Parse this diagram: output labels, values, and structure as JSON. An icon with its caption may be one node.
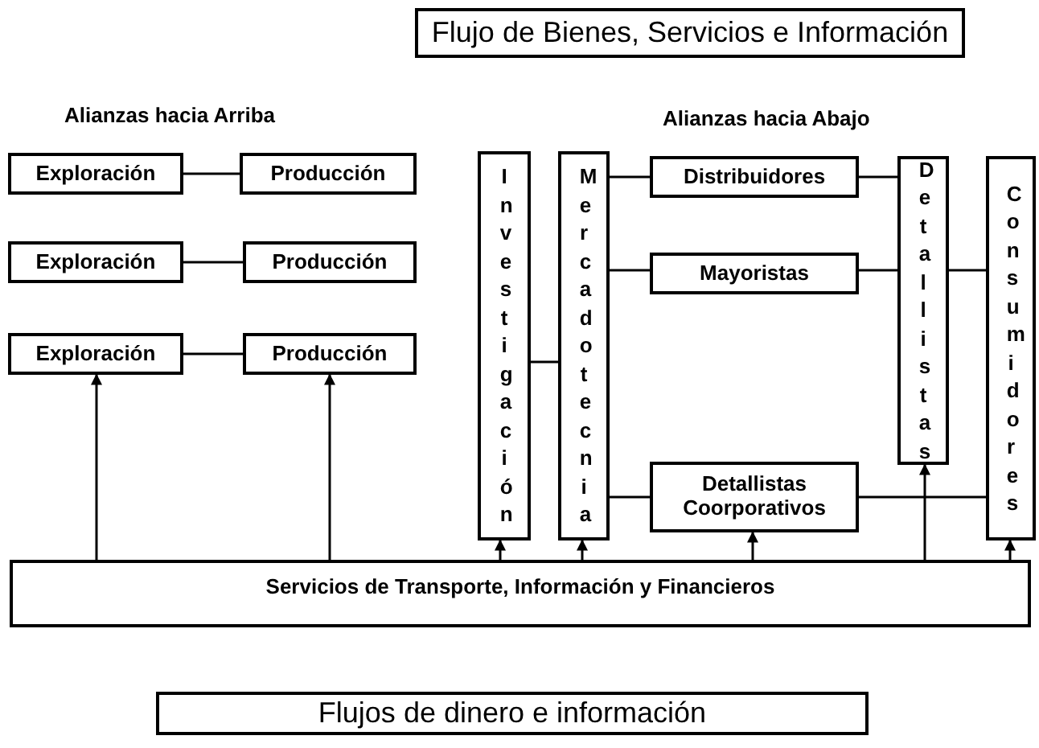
{
  "diagram": {
    "title": "Flujo de Bienes, Servicios e Información",
    "caption": "Flujos de dinero e información",
    "nodes": [
      {
        "text": [
          "Exploración"
        ]
      },
      {
        "text": [
          "Producción"
        ]
      },
      {
        "text": [
          "Exploración"
        ]
      },
      {
        "text": [
          "Producción"
        ]
      },
      {
        "text": [
          "Exploración"
        ]
      },
      {
        "text": [
          "Producción"
        ]
      },
      {
        "text": [
          "Investigación"
        ]
      },
      {
        "text": [
          "Mercadotecnia"
        ]
      },
      {
        "text": [
          "Distribuidores"
        ]
      },
      {
        "text": [
          "Mayoristas"
        ]
      },
      {
        "text": [
          "Detallistas Coorporativos"
        ]
      },
      {
        "text": [
          "Detallistas"
        ]
      },
      {
        "text": [
          "Consumidores"
        ]
      },
      {
        "text": [
          "Servicios de Transporte, Información y Financieros"
        ]
      }
    ],
    "edges": [
      {
        "from": 0,
        "to": 1,
        "arrow": "none"
      },
      {
        "from": 2,
        "to": 3,
        "arrow": "none"
      },
      {
        "from": 4,
        "to": 5,
        "arrow": "none"
      },
      {
        "from": 6,
        "to": 7,
        "arrow": "none"
      },
      {
        "from": 7,
        "to": 8,
        "arrow": "none"
      },
      {
        "from": 7,
        "to": 9,
        "arrow": "none"
      },
      {
        "from": 7,
        "to": 10,
        "arrow": "none"
      },
      {
        "from": 8,
        "to": 11,
        "arrow": "none"
      },
      {
        "from": 9,
        "to": 11,
        "arrow": "none"
      },
      {
        "from": 11,
        "to": 12,
        "arrow": "none"
      },
      {
        "from": 10,
        "to": 12,
        "arrow": "none"
      },
      {
        "from": 13,
        "to": 4,
        "arrow": "to"
      },
      {
        "from": 13,
        "to": 5,
        "arrow": "to"
      },
      {
        "from": 13,
        "to": 6,
        "arrow": "to"
      },
      {
        "from": 13,
        "to": 7,
        "arrow": "to"
      },
      {
        "from": 13,
        "to": 10,
        "arrow": "to"
      },
      {
        "from": 13,
        "to": 11,
        "arrow": "to"
      },
      {
        "from": 13,
        "to": 12,
        "arrow": "to"
      }
    ],
    "labels": [
      "Alianzas hacia Arriba",
      "Alianzas hacia Abajo"
    ]
  }
}
